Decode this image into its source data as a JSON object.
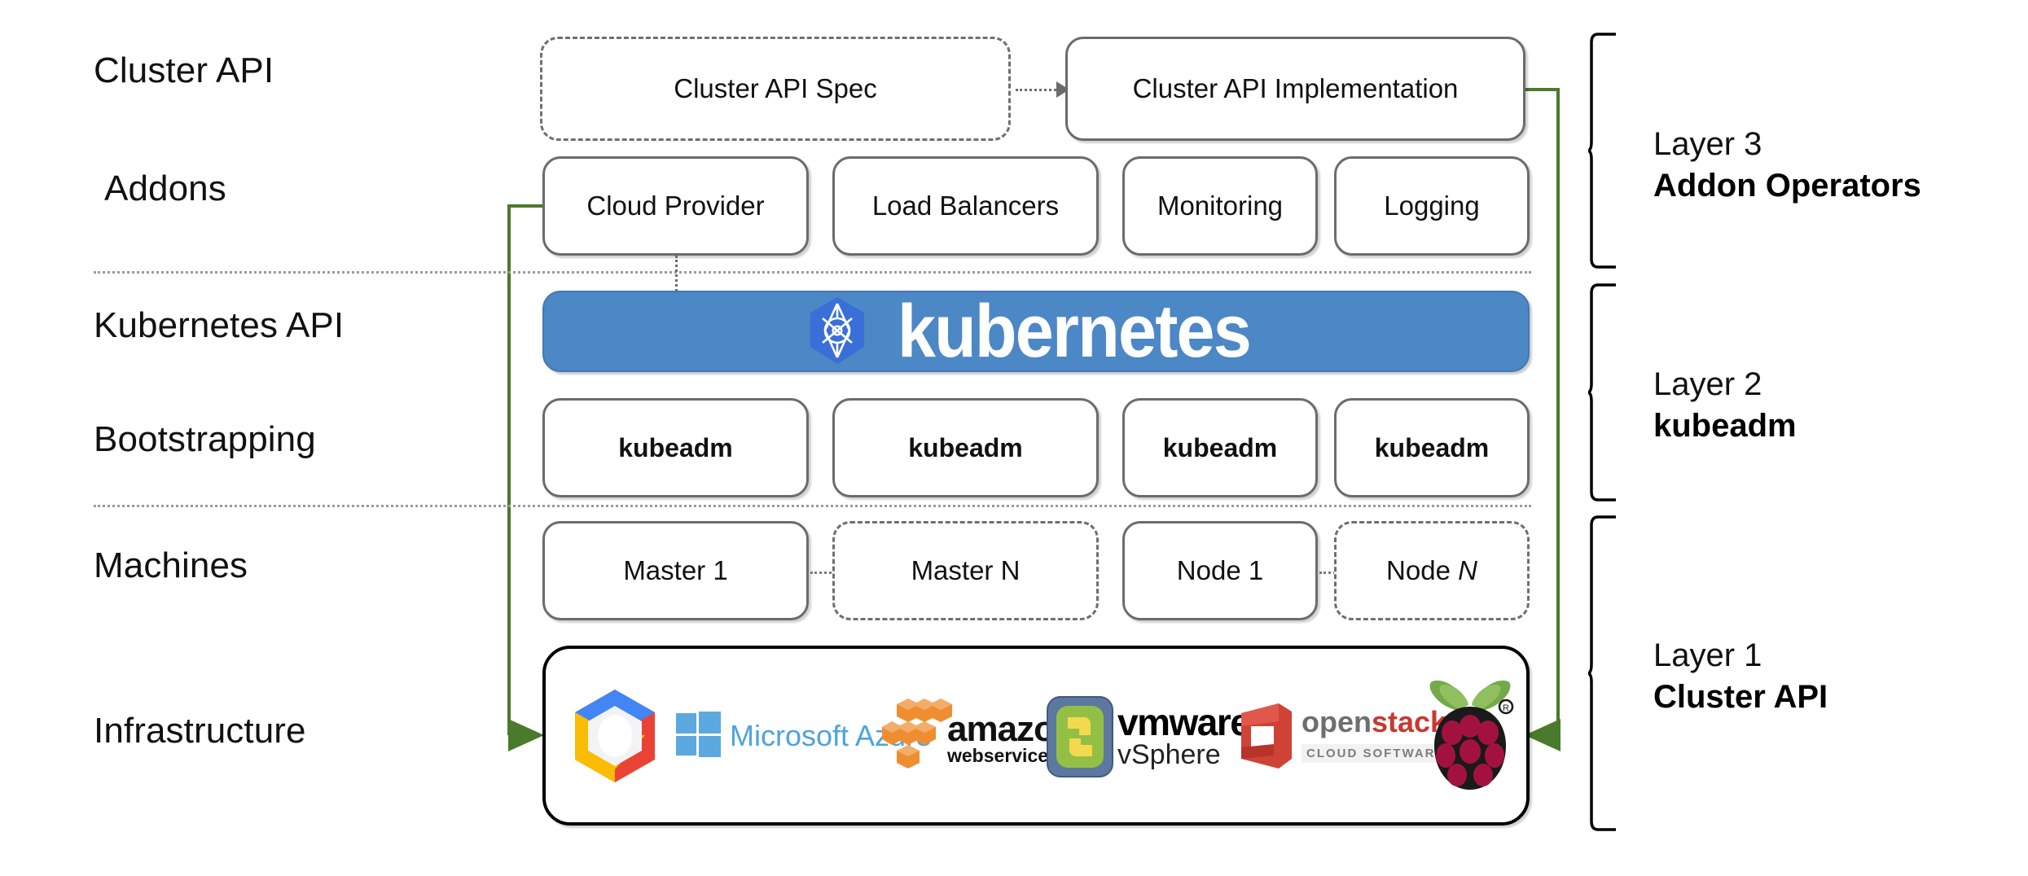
{
  "diagram": {
    "title": "Kubernetes Cluster API layered architecture",
    "accent_green": "#4a7a2b",
    "kubernetes_blue": "#4c87c6",
    "box_border_gray": "#6b6b6b"
  },
  "row_labels": [
    {
      "id": "cluster-api",
      "text": "Cluster API"
    },
    {
      "id": "addons",
      "text": "Addons"
    },
    {
      "id": "kubernetes-api",
      "text": "Kubernetes API"
    },
    {
      "id": "bootstrapping",
      "text": "Bootstrapping"
    },
    {
      "id": "machines",
      "text": "Machines"
    },
    {
      "id": "infrastructure",
      "text": "Infrastructure"
    }
  ],
  "cluster_api_row": {
    "spec_box": {
      "label": "Cluster API Spec",
      "style": "dashed"
    },
    "implementation_box": {
      "label": "Cluster API Implementation",
      "style": "solid"
    },
    "connector": "dotted-arrow-right"
  },
  "addons_row": {
    "boxes": [
      {
        "label": "Cloud Provider"
      },
      {
        "label": "Load Balancers"
      },
      {
        "label": "Monitoring"
      },
      {
        "label": "Logging"
      }
    ]
  },
  "kubernetes_row": {
    "wordmark": "kubernetes",
    "logo_icon": "kubernetes-helm-wheel-icon",
    "background_color": "#4c87c6",
    "text_color": "#ffffff"
  },
  "bootstrapping_row": {
    "boxes": [
      {
        "label": "kubeadm"
      },
      {
        "label": "kubeadm"
      },
      {
        "label": "kubeadm"
      },
      {
        "label": "kubeadm"
      }
    ]
  },
  "machines_row": {
    "boxes": [
      {
        "label": "Master 1",
        "style": "solid",
        "italic_suffix": ""
      },
      {
        "label": "Master N",
        "style": "dashed",
        "italic_suffix": ""
      },
      {
        "label": "Node 1",
        "style": "solid",
        "italic_suffix": ""
      },
      {
        "label": "Node ",
        "style": "dashed",
        "italic_suffix": "N"
      }
    ]
  },
  "infrastructure_row": {
    "providers": [
      {
        "name": "Google Cloud Platform",
        "icon": "google-cloud-hexagon-icon",
        "text": ""
      },
      {
        "name": "Microsoft Azure",
        "icon": "microsoft-windows-squares-icon",
        "text": "Microsoft Azure"
      },
      {
        "name": "Amazon Web Services",
        "icon": "aws-cubes-icon",
        "text": "amazon",
        "subtext": "webservices"
      },
      {
        "name": "VMware vSphere",
        "icon": "vmware-vsphere-icon",
        "text": "vmware",
        "subtext": "vSphere"
      },
      {
        "name": "OpenStack",
        "icon": "openstack-block-icon",
        "text_open": "open",
        "text_stack": "stack",
        "subtext": "CLOUD SOFTWARE"
      },
      {
        "name": "Raspberry Pi",
        "icon": "raspberry-pi-icon",
        "text": ""
      }
    ]
  },
  "layers": [
    {
      "id": "layer-3",
      "line1": "Layer 3",
      "line2": "Addon Operators"
    },
    {
      "id": "layer-2",
      "line1": "Layer 2",
      "line2": "kubeadm"
    },
    {
      "id": "layer-1",
      "line1": "Layer 1",
      "line2": "Cluster API"
    }
  ]
}
